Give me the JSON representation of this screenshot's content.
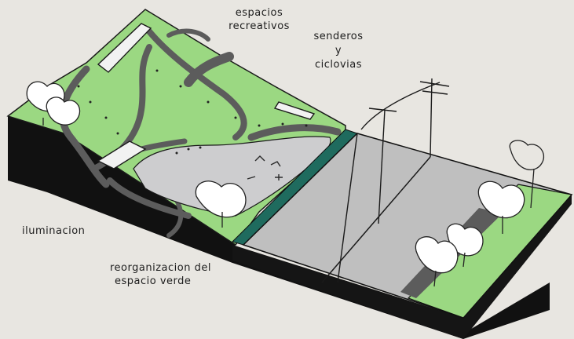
{
  "labels": {
    "recreational_1": "espacios",
    "recreational_2": "recreativos",
    "paths_1": "senderos",
    "paths_2": "y",
    "paths_3": "ciclovias",
    "lighting": "iluminacion",
    "reorg_1": "reorganizacion  del",
    "reorg_2": "espacio  verde"
  },
  "colors": {
    "background": "#e8e6e1",
    "grass": "#9bd882",
    "path": "#5c5c5c",
    "plaza": "#cdcdcf",
    "road": "#bfbfbf",
    "earth_side": "#111111",
    "canal": "#1f6b5e",
    "tree": "#ffffff"
  }
}
